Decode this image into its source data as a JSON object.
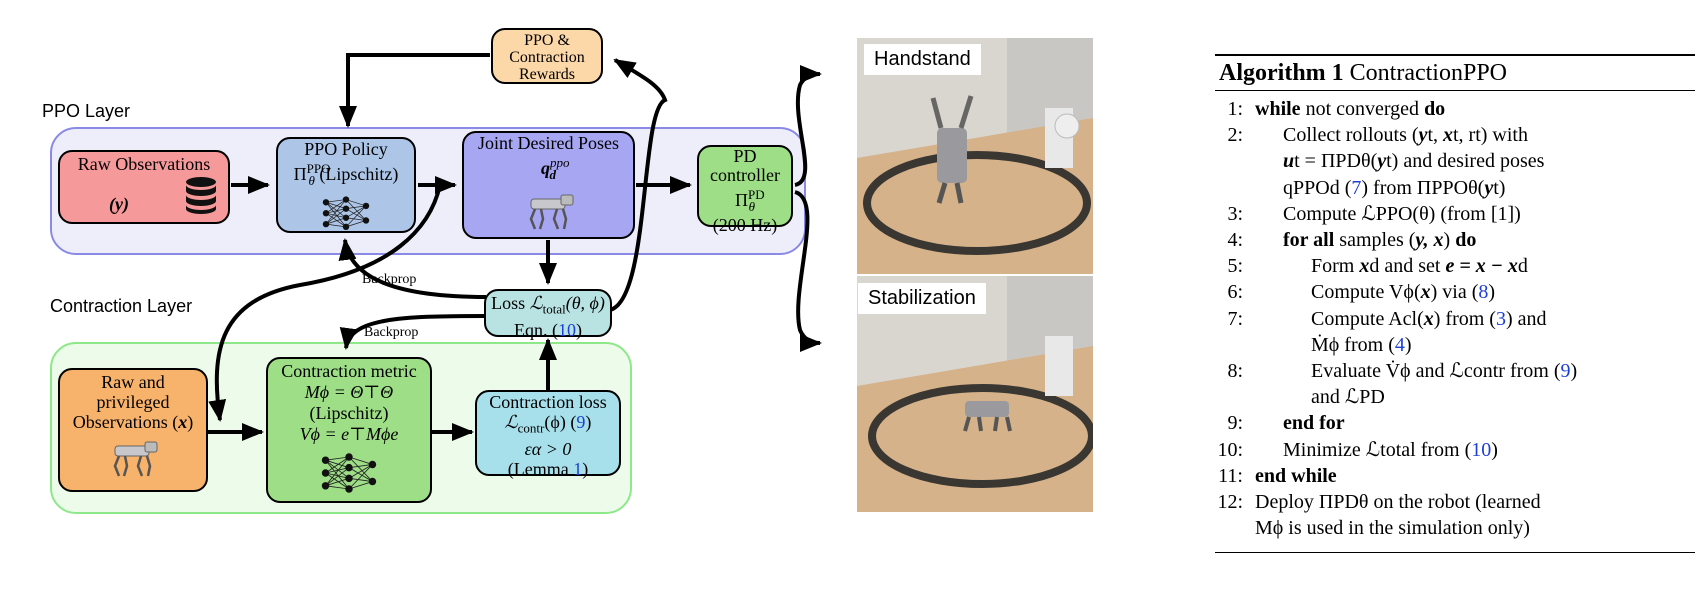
{
  "diagram": {
    "layers": {
      "ppo_label": "PPO Layer",
      "contraction_label": "Contraction Layer"
    },
    "boxes": {
      "rewards": {
        "line1": "PPO &",
        "line2": "Contraction",
        "line3": "Rewards"
      },
      "raw_obs": {
        "line1": "Raw Observations",
        "line2": "(y)"
      },
      "ppo_policy": {
        "line1": "PPO Policy",
        "line2_sym": "Π",
        "line2_sup": "PPO",
        "line2_sub": "θ",
        "line2_rest": " (Lipschitz)"
      },
      "joint_poses": {
        "line1": "Joint Desired Poses",
        "sym": "q",
        "sup": "ppo",
        "sub": "d"
      },
      "pd": {
        "line1": "PD",
        "line2": "controller",
        "sym": "Π",
        "sup": "PD",
        "sub": "θ",
        "line4": "(200 Hz)"
      },
      "loss": {
        "line1_pre": "Loss ",
        "sym": "ℒ",
        "sub": "total",
        "args": "(θ, ϕ)",
        "line2_pre": "Eqn. (",
        "ref": "10",
        "line2_post": ")"
      },
      "priv_obs": {
        "line1": "Raw and",
        "line2": "privileged",
        "line3_pre": "Observations (",
        "line3_sym": "x",
        "line3_post": ")"
      },
      "metric": {
        "line1": "Contraction metric",
        "line2": "Mϕ = Θ⊤Θ",
        "line3": "(Lipschitz)",
        "line4": "Vϕ = e⊤Mϕe"
      },
      "contr_loss": {
        "line1": "Contraction loss",
        "sym": "ℒ",
        "sub": "contr",
        "args": "(ϕ) (",
        "ref": "9",
        "post": ")",
        "line3": "εα > 0",
        "line4_pre": "(Lemma ",
        "line4_ref": "1",
        "line4_post": ")"
      }
    },
    "edge_labels": {
      "backprop_top": "Backprop",
      "backprop_bottom": "Backprop"
    }
  },
  "photos": {
    "top_label": "Handstand",
    "bottom_label": "Stabilization"
  },
  "algorithm": {
    "title_bold": "Algorithm 1",
    "title_name": "ContractionPPO",
    "lines": [
      {
        "n": "1:",
        "parts": [
          [
            "kw",
            "while"
          ],
          [
            "t",
            " not converged "
          ],
          [
            "kw",
            "do"
          ]
        ]
      },
      {
        "n": "2:",
        "parts": [
          [
            "t",
            "Collect rollouts ("
          ],
          [
            "m",
            "y"
          ],
          [
            "t",
            "t, "
          ],
          [
            "m",
            "x"
          ],
          [
            "t",
            "t, r"
          ],
          [
            "t",
            "t) with"
          ]
        ]
      },
      {
        "n": "",
        "parts": [
          [
            "m",
            "u"
          ],
          [
            "t",
            "t = Π"
          ],
          [
            "t",
            "PD"
          ],
          [
            "t",
            "θ("
          ],
          [
            "m",
            "y"
          ],
          [
            "t",
            "t) and desired poses"
          ]
        ]
      },
      {
        "n": "",
        "parts": [
          [
            "t",
            "q"
          ],
          [
            "t",
            "PPO"
          ],
          [
            "t",
            "d ("
          ],
          [
            "r",
            "7"
          ],
          [
            "t",
            ") from Π"
          ],
          [
            "t",
            "PPO"
          ],
          [
            "t",
            "θ("
          ],
          [
            "m",
            "y"
          ],
          [
            "t",
            "t)"
          ]
        ]
      },
      {
        "n": "3:",
        "parts": [
          [
            "t",
            "Compute ℒPPO(θ) (from [1])"
          ]
        ]
      },
      {
        "n": "4:",
        "parts": [
          [
            "kw",
            "for all"
          ],
          [
            "t",
            " samples ("
          ],
          [
            "m",
            "y, x"
          ],
          [
            "t",
            ") "
          ],
          [
            "kw",
            "do"
          ]
        ]
      },
      {
        "n": "5:",
        "parts": [
          [
            "t",
            "Form "
          ],
          [
            "m",
            "x"
          ],
          [
            "t",
            "d and set "
          ],
          [
            "m",
            "e = x − x"
          ],
          [
            "t",
            "d"
          ]
        ]
      },
      {
        "n": "6:",
        "parts": [
          [
            "t",
            "Compute Vϕ("
          ],
          [
            "m",
            "x"
          ],
          [
            "t",
            ") via ("
          ],
          [
            "r",
            "8"
          ],
          [
            "t",
            ")"
          ]
        ]
      },
      {
        "n": "7:",
        "parts": [
          [
            "t",
            "Compute Acl("
          ],
          [
            "m",
            "x"
          ],
          [
            "t",
            ") from ("
          ],
          [
            "r",
            "3"
          ],
          [
            "t",
            ") and"
          ]
        ]
      },
      {
        "n": "",
        "parts": [
          [
            "t",
            "Ṁϕ from ("
          ],
          [
            "r",
            "4"
          ],
          [
            "t",
            ")"
          ]
        ]
      },
      {
        "n": "8:",
        "parts": [
          [
            "t",
            "Evaluate V̇ϕ and ℒcontr from ("
          ],
          [
            "r",
            "9"
          ],
          [
            "t",
            ")"
          ]
        ]
      },
      {
        "n": "",
        "parts": [
          [
            "t",
            "and ℒPD"
          ]
        ]
      },
      {
        "n": "9:",
        "parts": [
          [
            "kw",
            "end for"
          ]
        ]
      },
      {
        "n": "10:",
        "parts": [
          [
            "t",
            "Minimize ℒtotal from ("
          ],
          [
            "r",
            "10"
          ],
          [
            "t",
            ")"
          ]
        ]
      },
      {
        "n": "11:",
        "parts": [
          [
            "kw",
            "end while"
          ]
        ]
      },
      {
        "n": "12:",
        "parts": [
          [
            "t",
            "Deploy Π"
          ],
          [
            "t",
            "PD"
          ],
          [
            "t",
            "θ on the robot (learned"
          ]
        ]
      },
      {
        "n": "",
        "parts": [
          [
            "t",
            "Mϕ is used in the simulation only)"
          ]
        ]
      }
    ]
  },
  "colors": {
    "ppo_layer": "#eeeefb",
    "ppo_layer_border": "#8a8ae6",
    "contr_layer": "#ecfbea",
    "contr_layer_border": "#8ee88a",
    "rewards": "#fcd7a8",
    "raw_obs": "#f6999b",
    "ppo_policy": "#adc6e8",
    "joint": "#a7a6f2",
    "pd": "#9ede87",
    "loss": "#b9e2e2",
    "priv_obs": "#f7b26b",
    "metric": "#9ede87",
    "contr_loss": "#a7dfeb",
    "ref": "#1c3fd6"
  }
}
